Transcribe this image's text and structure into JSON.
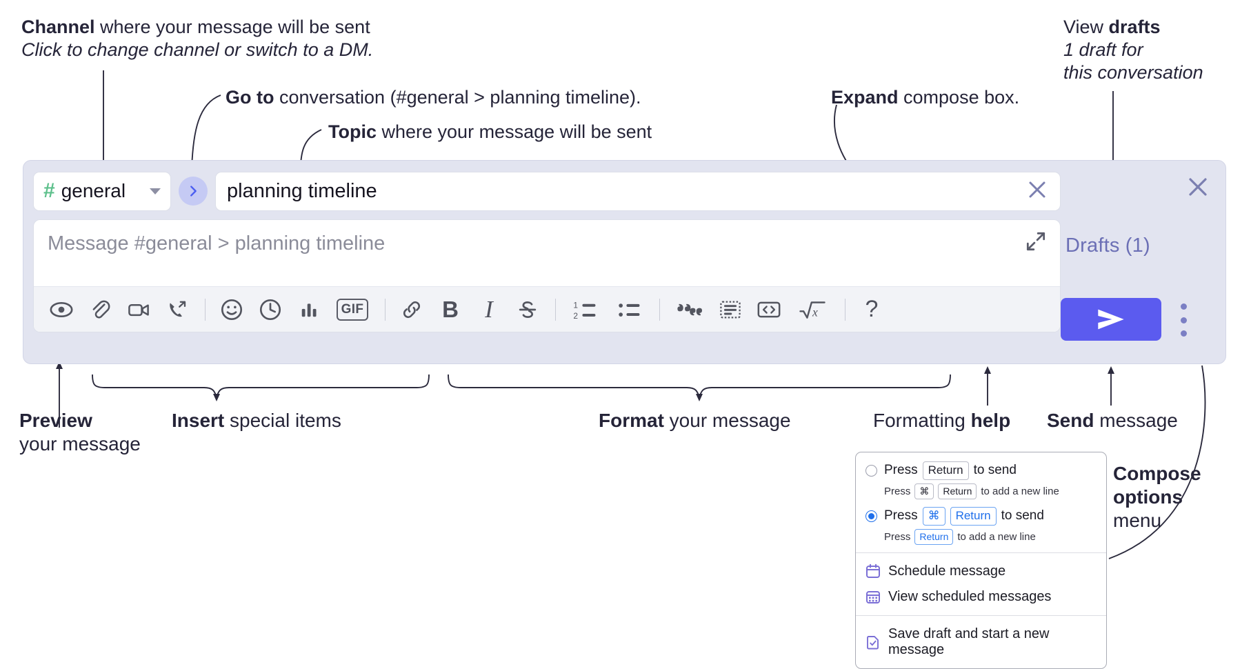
{
  "annotations": {
    "channel": {
      "bold": "Channel",
      "rest": " where your message will be sent",
      "italic": "Click to change channel or switch to a DM."
    },
    "goto": {
      "bold": "Go to",
      "rest": " conversation (#general > planning timeline)."
    },
    "topic": {
      "bold": "Topic",
      "rest": " where your message will be sent"
    },
    "expand": {
      "bold": "Expand",
      "rest": " compose box."
    },
    "drafts": {
      "lead": "View ",
      "bold": "drafts",
      "italic1": "1 draft for",
      "italic2": "this conversation"
    },
    "preview": {
      "bold": "Preview",
      "rest": "your message"
    },
    "insert": {
      "bold": "Insert",
      "rest": " special items"
    },
    "format": {
      "bold": "Format",
      "rest": " your message"
    },
    "help": {
      "lead": "Formatting ",
      "bold": "help"
    },
    "send": {
      "bold": "Send",
      "rest": " message"
    },
    "compose_options": {
      "bold1": "Compose",
      "bold2": "options",
      "rest": "menu"
    }
  },
  "compose": {
    "channel_name": "general",
    "hash_glyph": "#",
    "topic_value": "planning timeline",
    "message_placeholder": "Message #general > planning timeline",
    "drafts_label": "Drafts (1)",
    "toolbar": [
      {
        "name": "preview-icon",
        "label": "Preview"
      },
      {
        "name": "attachment-icon",
        "label": "Attach file"
      },
      {
        "name": "video-icon",
        "label": "Video clip"
      },
      {
        "name": "audio-call-icon",
        "label": "Audio clip"
      },
      {
        "name": "emoji-icon",
        "label": "Emoji"
      },
      {
        "name": "clock-icon",
        "label": "Reminder"
      },
      {
        "name": "poll-icon",
        "label": "Poll"
      },
      {
        "name": "gif-icon",
        "label": "GIF"
      },
      {
        "name": "link-icon",
        "label": "Link"
      },
      {
        "name": "bold-icon",
        "label": "B"
      },
      {
        "name": "italic-icon",
        "label": "I"
      },
      {
        "name": "strikethrough-icon",
        "label": "S"
      },
      {
        "name": "ordered-list-icon",
        "label": "Ordered list"
      },
      {
        "name": "bulleted-list-icon",
        "label": "Bulleted list"
      },
      {
        "name": "blockquote-icon",
        "label": "Blockquote"
      },
      {
        "name": "code-block-icon",
        "label": "Code block"
      },
      {
        "name": "inline-code-icon",
        "label": "Inline code"
      },
      {
        "name": "math-icon",
        "label": "Math"
      },
      {
        "name": "help-icon",
        "label": "?"
      }
    ]
  },
  "menu": {
    "option1": {
      "press": "Press",
      "key": "Return",
      "tail": "to send",
      "sub_press": "Press",
      "sub_key1": "⌘",
      "sub_key2": "Return",
      "sub_tail": "to add a new line",
      "selected": false
    },
    "option2": {
      "press": "Press",
      "key1": "⌘",
      "key2": "Return",
      "tail": "to send",
      "sub_press": "Press",
      "sub_key": "Return",
      "sub_tail": "to add a new line",
      "selected": true
    },
    "items": [
      {
        "label": "Schedule message",
        "icon": "calendar-icon"
      },
      {
        "label": "View scheduled messages",
        "icon": "calendar-grid-icon"
      },
      {
        "label": "Save draft and start a new message",
        "icon": "document-check-icon"
      }
    ]
  },
  "colors": {
    "accent_send": "#5b5bef",
    "compose_bg": "#e2e4f0",
    "hash_green": "#5ec08c",
    "drafts_purple": "#6b6fb5",
    "menu_icon_purple": "#7b6fd6"
  }
}
